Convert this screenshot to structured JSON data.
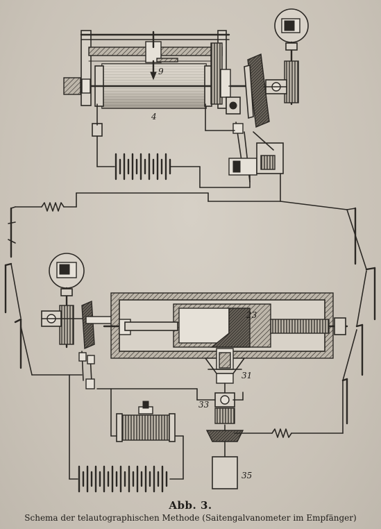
{
  "figure": {
    "title": "Abb. 3.",
    "caption": "Schema der telautographischen Methode (Saitengalvanometer im Empfänger)"
  },
  "labels": {
    "pen": "9",
    "drum": "4",
    "galvanometer": "23",
    "lens": "31",
    "prism": "33",
    "camera": "35"
  }
}
